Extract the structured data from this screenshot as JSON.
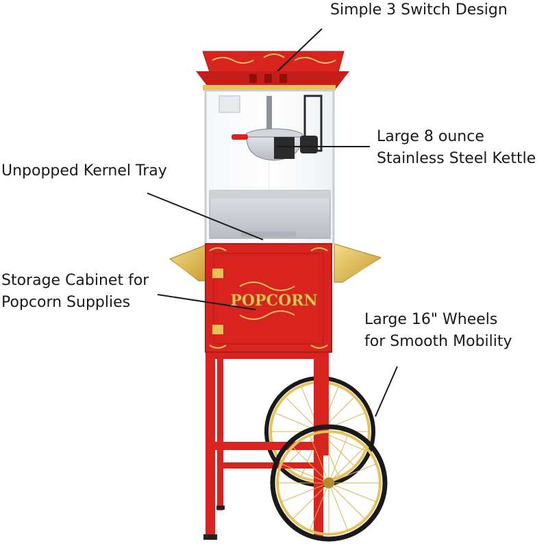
{
  "callouts": {
    "switch": {
      "lines": [
        "Simple 3 Switch Design"
      ]
    },
    "kettle": {
      "lines": [
        "Large 8 ounce",
        "Stainless Steel Kettle"
      ]
    },
    "tray": {
      "lines": [
        "Unpopped Kernel Tray"
      ]
    },
    "cabinet": {
      "lines": [
        "Storage Cabinet for",
        "Popcorn Supplies"
      ]
    },
    "wheels": {
      "lines": [
        "Large 16\" Wheels",
        "for Smooth Mobility"
      ]
    }
  },
  "product": {
    "brand_text": "POPCORN",
    "colors": {
      "body_red": "#d8231f",
      "trim_gold": "#e7c25a",
      "steel": "#c9ccd1",
      "tire": "#1a1a1a"
    }
  }
}
